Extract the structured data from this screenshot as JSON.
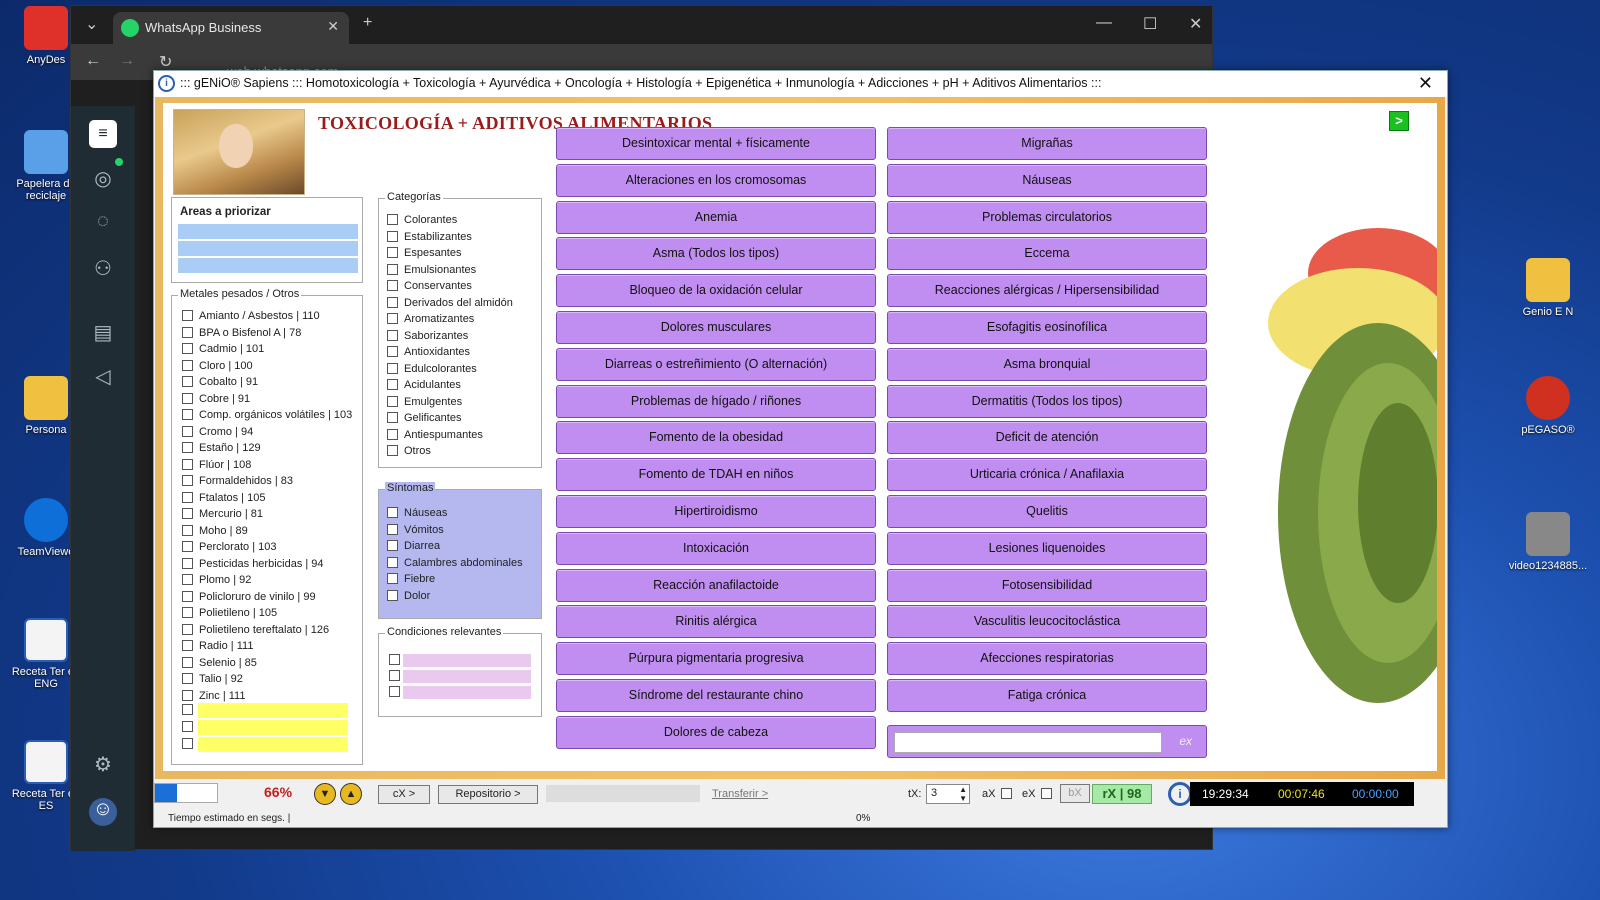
{
  "desktop": {
    "icons": [
      {
        "label": "AnyDes",
        "color": "#e0302a"
      },
      {
        "label": "Papelera de reciclaje",
        "color": "#5aa0e8"
      },
      {
        "label": "Persona",
        "color": "#f0c040"
      },
      {
        "label": "TeamViewe",
        "color": "#0e6fd8"
      },
      {
        "label": "Receta Ter en ENG",
        "color": "#2b5fb5"
      },
      {
        "label": "Receta Ter en ES",
        "color": "#2b5fb5"
      },
      {
        "label": "Genio E N",
        "color": "#3a7fd4"
      },
      {
        "label": "pEGASO®",
        "color": "#d03020"
      },
      {
        "label": "video1234885...",
        "color": "#888888"
      }
    ]
  },
  "browser": {
    "tab_title": "WhatsApp Business",
    "address": "web.whatsapp.com"
  },
  "app": {
    "title": "::: gENiO® Sapiens ::: Homotoxicología + Toxicología + Ayurvédica + Oncología + Histología + Epigenética + Inmunología + Adicciones + pH + Aditivos Alimentarios :::",
    "heading": "TOXICOLOGÍA + ADITIVOS ALIMENTARIOS",
    "next_label": ">",
    "areas": {
      "label": "Areas a priorizar"
    },
    "metals": {
      "label": "Metales pesados / Otros",
      "items": [
        "Amianto / Asbestos | 110",
        "BPA o Bisfenol A | 78",
        "Cadmio | 101",
        "Cloro | 100",
        "Cobalto | 91",
        "Cobre | 91",
        "Comp. orgánicos volátiles | 103",
        "Cromo | 94",
        "Estaño | 129",
        "Flúor | 108",
        "Formaldehidos | 83",
        "Ftalatos | 105",
        "Mercurio | 81",
        "Moho | 89",
        "Perclorato | 103",
        "Pesticidas herbicidas | 94",
        "Plomo | 92",
        "Policloruro de vinilo | 99",
        "Polietileno | 105",
        "Polietileno tereftalato | 126",
        "Radio | 111",
        "Selenio | 85",
        "Talio | 92",
        "Zinc | 111"
      ]
    },
    "categories": {
      "label": "Categorías",
      "items": [
        "Colorantes",
        "Estabilizantes",
        "Espesantes",
        "Emulsionantes",
        "Conservantes",
        "Derivados del almidón",
        "Aromatizantes",
        "Saborizantes",
        "Antioxidantes",
        "Edulcolorantes",
        "Acidulantes",
        "Emulgentes",
        "Gelificantes",
        "Antiespumantes",
        "Otros"
      ]
    },
    "symptoms": {
      "label": "Síntomas",
      "items": [
        "Náuseas",
        "Vómitos",
        "Diarrea",
        "Calambres abdominales",
        "Fiebre",
        "Dolor"
      ]
    },
    "conditions": {
      "label": "Condiciones relevantes"
    },
    "buttons_left": [
      "Desintoxicar mental + físicamente",
      "Alteraciones en los cromosomas",
      "Anemia",
      "Asma (Todos los tipos)",
      "Bloqueo de la oxidación celular",
      "Dolores musculares",
      "Diarreas o estreñimiento (O alternación)",
      "Problemas de hígado / riñones",
      "Fomento de la obesidad",
      "Fomento de TDAH en niños",
      "Hipertiroidismo",
      "Intoxicación",
      "Reacción anafilactoide",
      "Rinitis alérgica",
      "Púrpura pigmentaria progresiva",
      "Síndrome del restaurante chino",
      "Dolores de cabeza"
    ],
    "buttons_right": [
      "Migrañas",
      "Náuseas",
      "Problemas circulatorios",
      "Eccema",
      "Reacciones alérgicas / Hipersensibilidad",
      "Esofagitis eosinofílica",
      "Asma bronquial",
      "Dermatitis (Todos los tipos)",
      "Deficit de atención",
      "Urticaria crónica / Anafilaxia",
      "Quelitis",
      "Lesiones liquenoides",
      "Fotosensibilidad",
      "Vasculitis leucocitoclástica",
      "Afecciones respiratorias",
      "Fatiga crónica"
    ],
    "search_go": "ex",
    "status": {
      "progress": 0.35,
      "percent": "66%",
      "cx": "cX >",
      "repositorio": "Repositorio >",
      "transferir": "Transferir >",
      "tx_label": "tX:",
      "tx_value": "3",
      "ax_label": "aX",
      "ex_label": "eX",
      "bx_label": "bX",
      "rx": "rX | 98",
      "time1": "19:29:34",
      "time2": "00:07:46",
      "time3": "00:00:00",
      "tiempo": "Tiempo estimado en segs. |",
      "zero": "0%"
    }
  }
}
